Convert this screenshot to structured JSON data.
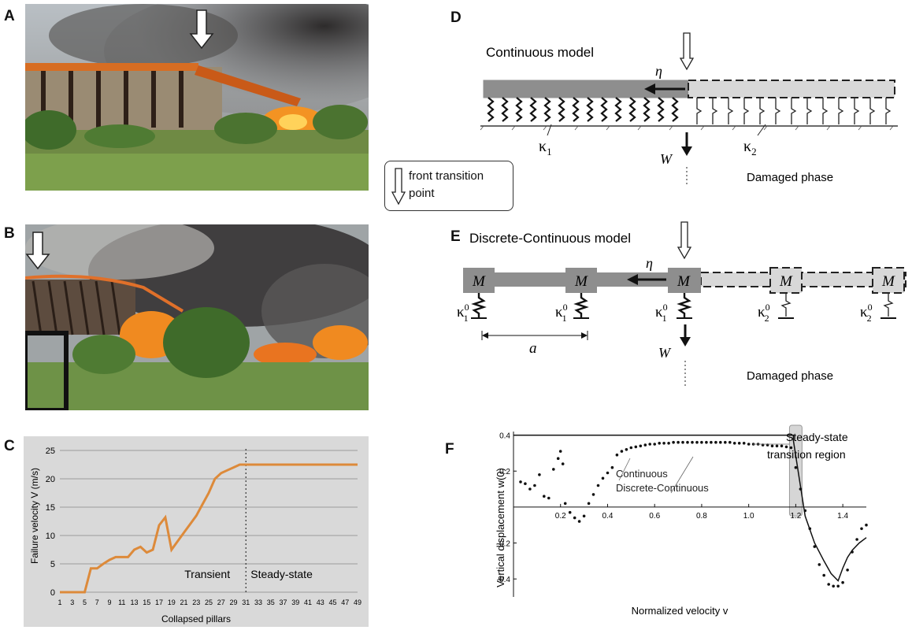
{
  "panels": {
    "a": "A",
    "b": "B",
    "c": "C",
    "d": "D",
    "e": "E",
    "f": "F"
  },
  "legend": {
    "line1": "front transition",
    "line2": "point",
    "icon": "down-arrow-icon"
  },
  "panel_d": {
    "title": "Continuous model",
    "eta": "η",
    "kappa1": "κ",
    "kappa1_sub": "1",
    "kappa2": "κ",
    "kappa2_sub": "2",
    "w": "W",
    "damaged": "Damaged phase"
  },
  "panel_e": {
    "title": "Discrete-Continuous model",
    "mass": "M",
    "eta": "η",
    "k1": "κ",
    "k1_sup": "0",
    "k1_sub": "1",
    "k2": "κ",
    "k2_sup": "0",
    "k2_sub": "2",
    "a": "a",
    "w": "W",
    "damaged": "Damaged phase"
  },
  "chart_data": [
    {
      "type": "line",
      "panel": "C",
      "ylabel": "Failure velocity V (m/s)",
      "xlabel": "Collapsed pillars",
      "x_ticks": [
        1,
        3,
        5,
        7,
        9,
        11,
        13,
        15,
        17,
        19,
        21,
        23,
        25,
        27,
        29,
        31,
        33,
        35,
        37,
        39,
        41,
        43,
        45,
        47,
        49
      ],
      "y_ticks": [
        0,
        5,
        10,
        15,
        20,
        25
      ],
      "xlim": [
        1,
        49
      ],
      "ylim": [
        0,
        25
      ],
      "grid": "horizontal",
      "annotations": {
        "transient": "Transient",
        "steady": "Steady-state"
      },
      "divider_x": 31,
      "color": "#dd8a3a",
      "x": [
        1,
        2,
        3,
        4,
        5,
        6,
        7,
        8,
        9,
        10,
        11,
        12,
        13,
        14,
        15,
        16,
        17,
        18,
        19,
        20,
        21,
        22,
        23,
        24,
        25,
        26,
        27,
        28,
        29,
        30,
        31,
        32,
        33,
        34,
        35,
        36,
        37,
        38,
        39,
        40,
        41,
        42,
        43,
        44,
        45,
        46,
        47,
        48,
        49
      ],
      "y": [
        0,
        0,
        0,
        0,
        0,
        4.2,
        4.2,
        5,
        5.7,
        6.2,
        6.2,
        6.2,
        7.5,
        8,
        7,
        7.5,
        11.8,
        13.2,
        7.5,
        9,
        10.5,
        12,
        13.5,
        15.5,
        17.5,
        20,
        21,
        21.5,
        22,
        22.5,
        22.5,
        22.5,
        22.5,
        22.5,
        22.5,
        22.5,
        22.5,
        22.5,
        22.5,
        22.5,
        22.5,
        22.5,
        22.5,
        22.5,
        22.5,
        22.5,
        22.5,
        22.5,
        22.5
      ]
    },
    {
      "type": "scatter",
      "panel": "F",
      "ylabel": "Vertical displacement w(0)",
      "xlabel": "Normalized velocity v",
      "x_ticks": [
        0.2,
        0.4,
        0.6,
        0.8,
        1.0,
        1.2,
        1.4
      ],
      "x_tick_labels": [
        "0.2",
        "0.4",
        "0.6",
        "0.8",
        "1.0",
        "1.2",
        "1.4"
      ],
      "y_ticks": [
        -0.4,
        -0.2,
        0.2,
        0.4
      ],
      "y_tick_labels": [
        "-0.4",
        "-0.2",
        "0.2",
        "0.4"
      ],
      "xlim": [
        0,
        1.5
      ],
      "ylim": [
        -0.5,
        0.42
      ],
      "annotations": {
        "continuous": "Continuous",
        "discrete": "Discrete-Continuous",
        "region_line1": "Steady-state",
        "region_line2": "transition region"
      },
      "region": [
        1.18,
        1.22
      ],
      "series": [
        {
          "type": "line",
          "x": [
            0,
            1.19,
            1.19,
            1.21,
            1.24,
            1.28,
            1.32,
            1.35,
            1.38,
            1.4,
            1.42,
            1.44,
            1.47,
            1.5
          ],
          "y": [
            0.4,
            0.4,
            0.37,
            0.2,
            -0.05,
            -0.2,
            -0.3,
            -0.37,
            -0.41,
            -0.34,
            -0.28,
            -0.24,
            -0.2,
            -0.17
          ]
        },
        {
          "type": "scatter",
          "x": [
            0.03,
            0.05,
            0.07,
            0.09,
            0.11,
            0.13,
            0.15,
            0.17,
            0.19,
            0.2,
            0.21,
            0.22,
            0.24,
            0.26,
            0.28,
            0.3,
            0.32,
            0.34,
            0.36,
            0.38,
            0.4,
            0.42,
            0.44,
            0.46,
            0.48,
            0.5,
            0.52,
            0.54,
            0.56,
            0.58,
            0.6,
            0.62,
            0.64,
            0.66,
            0.68,
            0.7,
            0.72,
            0.74,
            0.76,
            0.78,
            0.8,
            0.82,
            0.84,
            0.86,
            0.88,
            0.9,
            0.92,
            0.94,
            0.96,
            0.98,
            1.0,
            1.02,
            1.04,
            1.06,
            1.08,
            1.1,
            1.12,
            1.14,
            1.16,
            1.18,
            1.2,
            1.22,
            1.24,
            1.26,
            1.28,
            1.3,
            1.32,
            1.34,
            1.36,
            1.38,
            1.4,
            1.42,
            1.44,
            1.46,
            1.48,
            1.5
          ],
          "y": [
            0.14,
            0.13,
            0.1,
            0.12,
            0.18,
            0.06,
            0.05,
            0.21,
            0.27,
            0.31,
            0.24,
            0.02,
            -0.03,
            -0.06,
            -0.08,
            -0.05,
            0.02,
            0.07,
            0.12,
            0.16,
            0.19,
            0.22,
            0.29,
            0.31,
            0.32,
            0.33,
            0.335,
            0.34,
            0.345,
            0.35,
            0.35,
            0.355,
            0.355,
            0.355,
            0.36,
            0.36,
            0.36,
            0.36,
            0.36,
            0.36,
            0.36,
            0.36,
            0.36,
            0.36,
            0.36,
            0.36,
            0.36,
            0.355,
            0.355,
            0.355,
            0.35,
            0.35,
            0.35,
            0.345,
            0.345,
            0.34,
            0.34,
            0.34,
            0.335,
            0.33,
            0.22,
            0.1,
            -0.02,
            -0.12,
            -0.22,
            -0.32,
            -0.38,
            -0.43,
            -0.44,
            -0.44,
            -0.42,
            -0.35,
            -0.25,
            -0.18,
            -0.12,
            -0.1
          ]
        }
      ]
    }
  ]
}
